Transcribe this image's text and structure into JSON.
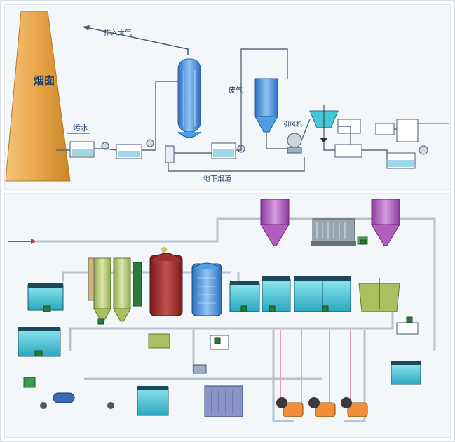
{
  "upper": {
    "chimney_label": "烟囱",
    "exhaust_label": "排入大气",
    "sewage_label": "污水",
    "waste_gas_label": "废气",
    "induced_fan_label": "引风机",
    "underground_flue_label": "地下烟道"
  },
  "colors": {
    "chimney": "#e8a64a",
    "pipe": "#7a8a9a",
    "water_tank": "#46c8d8",
    "tower_blue": "#4f9fe6",
    "tank_purple": "#b25cc0",
    "tank_red": "#a03030",
    "tank_green": "#a8c060",
    "pump_orange": "#f0903a",
    "cabinet": "#8a94c8"
  }
}
